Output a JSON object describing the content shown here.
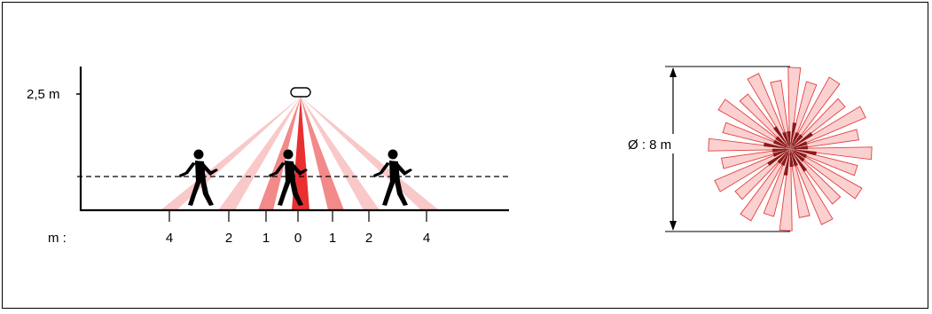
{
  "side_view": {
    "height_label": "2,5 m",
    "axis_prefix": "m :",
    "distance_labels": [
      "4",
      "2",
      "1",
      "0",
      "1",
      "2",
      "4"
    ]
  },
  "top_view": {
    "diameter_label": "Ø : 8 m"
  },
  "colors": {
    "beam_light": "#f9c8c8",
    "beam_medium": "#f28a8a",
    "beam_dark": "#e83030",
    "ray_fill": "#fbd0d0",
    "ray_stroke": "#e34040",
    "ray_dark": "#8a1a1a"
  },
  "icons": [
    "sensor-icon",
    "walking-person-icon"
  ]
}
